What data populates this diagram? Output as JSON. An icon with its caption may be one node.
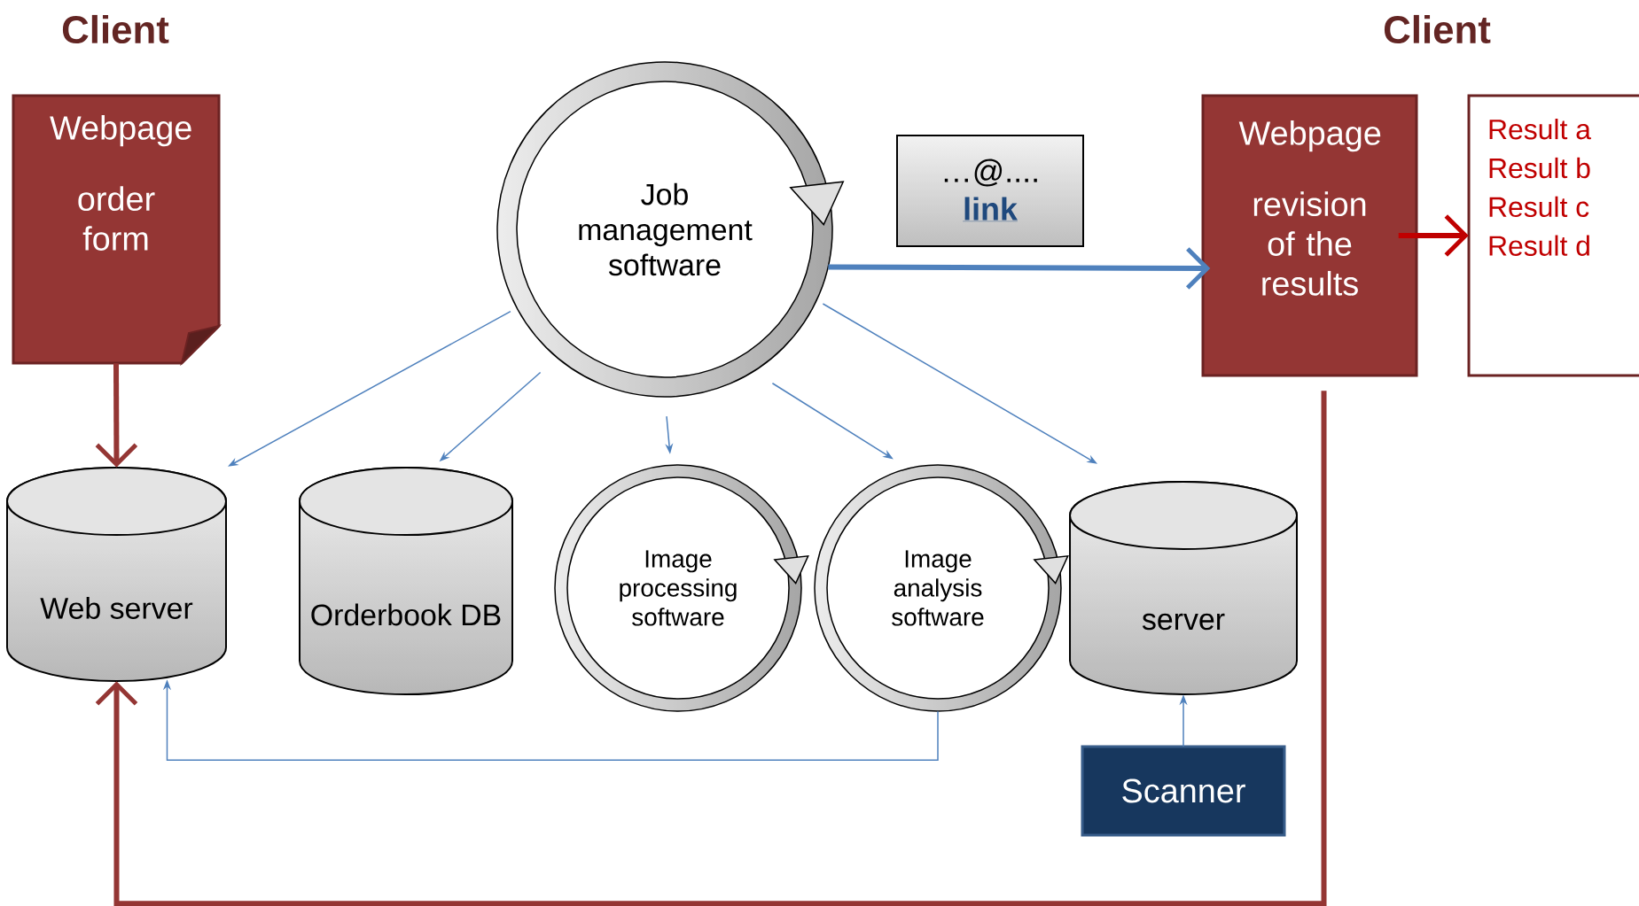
{
  "diagram": {
    "nodes": [
      {
        "text": [
          "Webpage",
          "order form"
        ]
      },
      {
        "text": [
          "Job management software"
        ]
      },
      {
        "text": [
          "…@....",
          "link"
        ]
      },
      {
        "text": [
          "Webpage",
          "revision of the results"
        ]
      },
      {
        "text": [
          "Result a",
          "Result b",
          "Result c",
          "Result d"
        ]
      },
      {
        "text": [
          "Web server"
        ]
      },
      {
        "text": [
          "Orderbook DB"
        ]
      },
      {
        "text": [
          "Image processing software"
        ]
      },
      {
        "text": [
          "Image analysis software"
        ]
      },
      {
        "text": [
          "server"
        ]
      },
      {
        "text": [
          "Scanner"
        ]
      }
    ],
    "edges": [
      {
        "from": 0,
        "to": 5,
        "arrow": "to",
        "style": "thick",
        "color": "#943634"
      },
      {
        "from": 1,
        "to": 5,
        "arrow": "to"
      },
      {
        "from": 1,
        "to": 6,
        "arrow": "to"
      },
      {
        "from": 1,
        "to": 7,
        "arrow": "to"
      },
      {
        "from": 1,
        "to": 8,
        "arrow": "to"
      },
      {
        "from": 1,
        "to": 9,
        "arrow": "to"
      },
      {
        "from": 1,
        "to": 3,
        "arrow": "to",
        "style": "thick"
      },
      {
        "from": 3,
        "to": 4,
        "arrow": "to",
        "style": "thick",
        "color": "#c00000"
      },
      {
        "from": 3,
        "to": 5,
        "arrow": "to",
        "style": "thick",
        "color": "#943634"
      },
      {
        "from": 8,
        "to": 5,
        "arrow": "to"
      },
      {
        "from": 10,
        "to": 9,
        "arrow": "to"
      }
    ],
    "labels": [
      "Client",
      "Client"
    ]
  }
}
